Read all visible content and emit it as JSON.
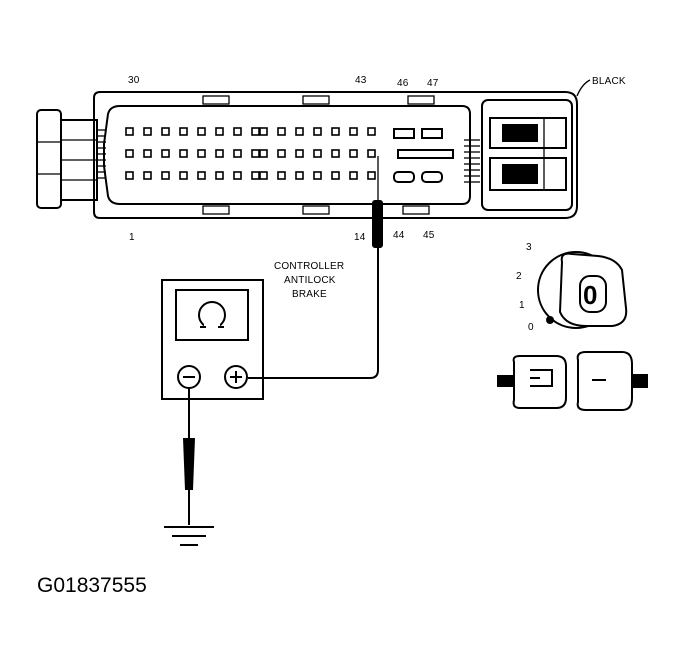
{
  "connector": {
    "color_label": "BLACK",
    "pin_labels": {
      "p30": "30",
      "p43": "43",
      "p46": "46",
      "p47": "47",
      "p1": "1",
      "p14": "14",
      "p44": "44",
      "p45": "45"
    }
  },
  "component_label": {
    "line1": "CONTROLLER",
    "line2": "ANTILOCK",
    "line3": "BRAKE"
  },
  "meter": {
    "symbol": "Ω",
    "negative_symbol": "−",
    "positive_symbol": "+"
  },
  "ignition": {
    "positions": [
      "3",
      "2",
      "1",
      "0"
    ],
    "key_display": "0"
  },
  "figure_code": "G01837555"
}
